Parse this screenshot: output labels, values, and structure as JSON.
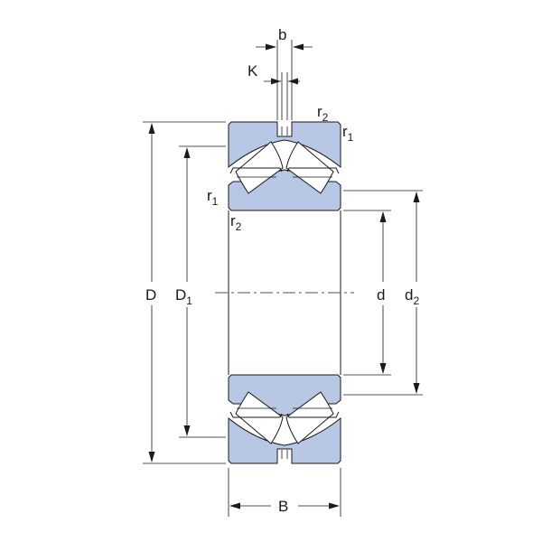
{
  "drawing": {
    "colors": {
      "ring": "#b8c7e3",
      "line": "#1a1a1a",
      "roller": "#ffffff",
      "background": "#ffffff"
    },
    "labels": {
      "b": "b",
      "K": "K",
      "r2_top": {
        "base": "r",
        "sub": "2"
      },
      "r1_top": {
        "base": "r",
        "sub": "1"
      },
      "r1_left": {
        "base": "r",
        "sub": "1"
      },
      "r2_left": {
        "base": "r",
        "sub": "2"
      },
      "D": "D",
      "D1": {
        "base": "D",
        "sub": "1"
      },
      "d": "d",
      "d2": {
        "base": "d",
        "sub": "2"
      },
      "B": "B"
    }
  }
}
